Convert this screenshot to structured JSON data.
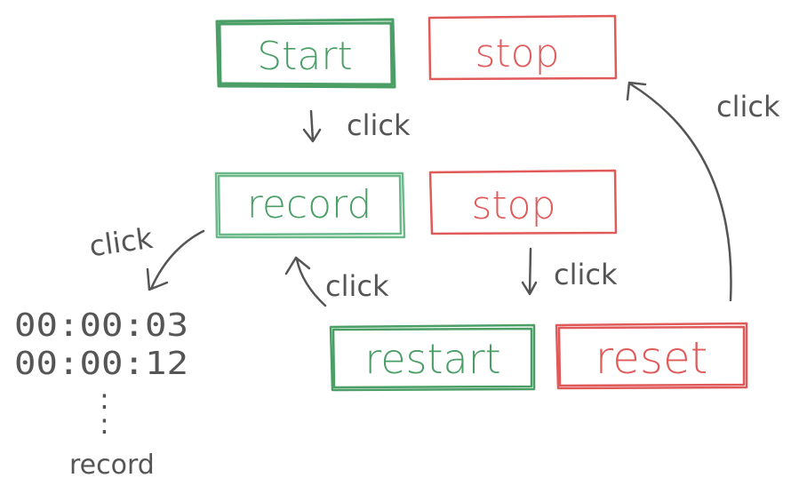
{
  "colors": {
    "green": "#4a9e66",
    "green_light": "#6bb98a",
    "red": "#e05a5a",
    "red_light": "#ec8a8a",
    "ink": "#555555"
  },
  "row1": {
    "start": "Start",
    "stop": "stop"
  },
  "row2": {
    "record": "record",
    "stop": "stop"
  },
  "row3": {
    "restart": "restart",
    "reset": "reset"
  },
  "annotations": {
    "click_start_to_record": "click",
    "click_record_to_times": "click",
    "click_restart_to_record": "click",
    "click_stop_to_restart": "click",
    "click_reset_to_stop": "click"
  },
  "recorded_times": [
    "00:00:03",
    "00:00:12"
  ],
  "ellipsis": ":",
  "record_caption": "record"
}
